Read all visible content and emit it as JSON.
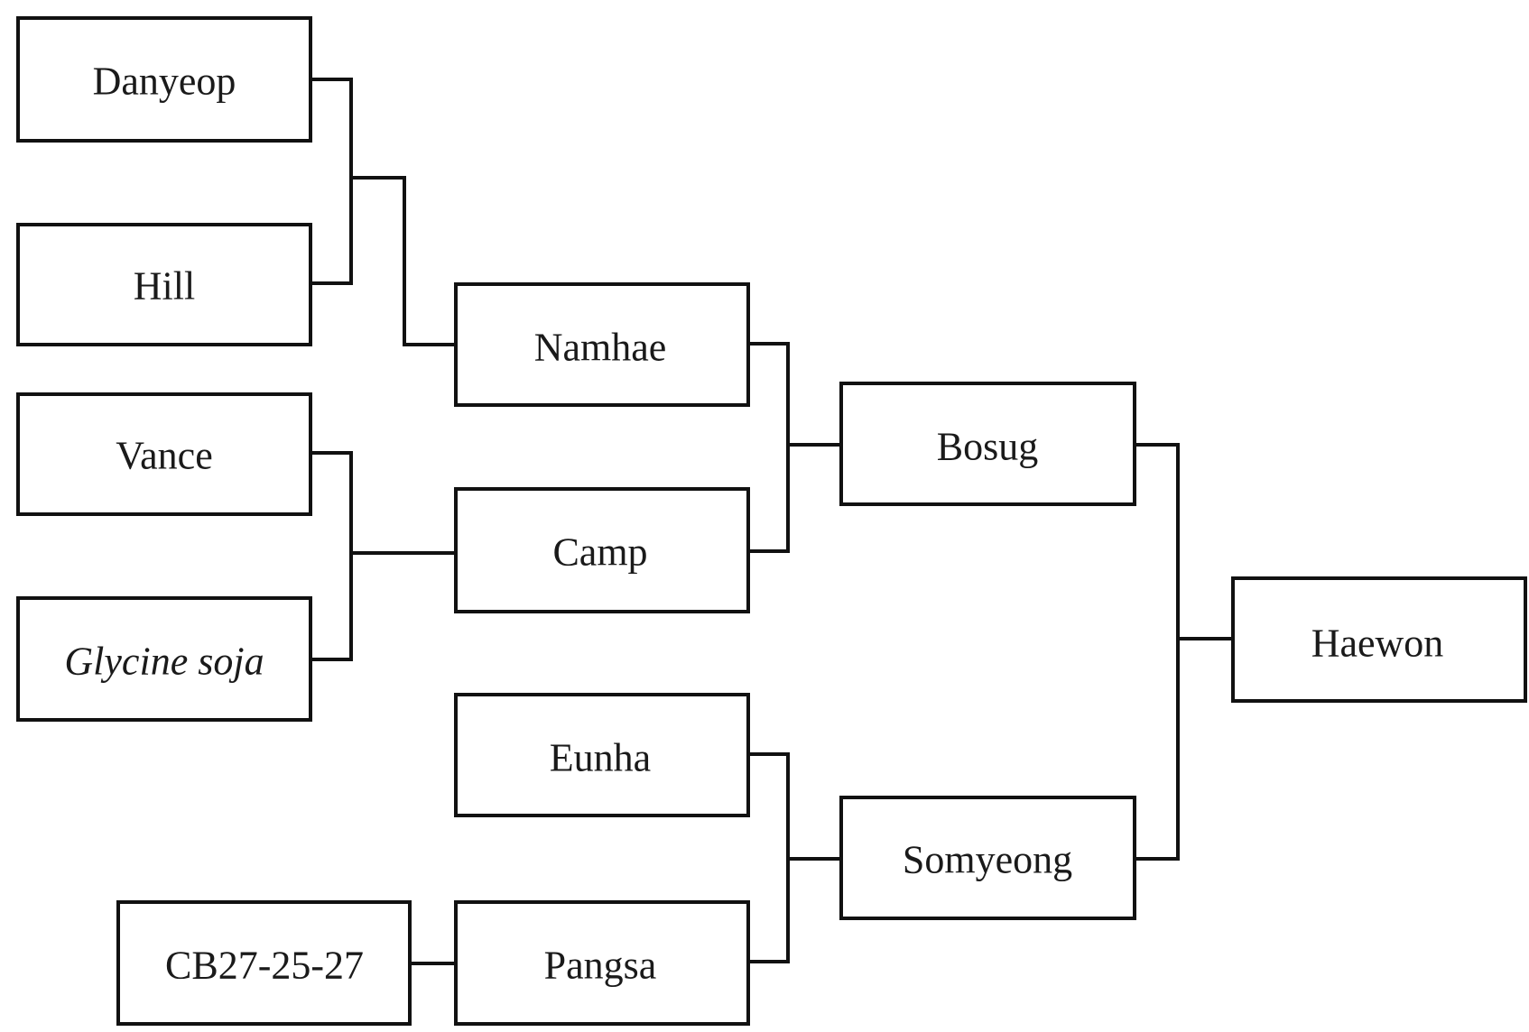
{
  "diagram": {
    "type": "pedigree",
    "nodes": [
      {
        "id": "danyeop",
        "label": "Danyeop"
      },
      {
        "id": "hill",
        "label": "Hill"
      },
      {
        "id": "vance",
        "label": "Vance"
      },
      {
        "id": "glycine_soja",
        "label": "Glycine soja",
        "italic": true
      },
      {
        "id": "namhae",
        "label": "Namhae"
      },
      {
        "id": "camp",
        "label": "Camp"
      },
      {
        "id": "eunha",
        "label": "Eunha"
      },
      {
        "id": "cb27",
        "label": "CB27-25-27"
      },
      {
        "id": "pangsa",
        "label": "Pangsa"
      },
      {
        "id": "bosug",
        "label": "Bosug"
      },
      {
        "id": "somyeong",
        "label": "Somyeong"
      },
      {
        "id": "haewon",
        "label": "Haewon"
      }
    ],
    "crosses": [
      {
        "parents": [
          "danyeop",
          "hill"
        ],
        "offspring": "namhae"
      },
      {
        "parents": [
          "vance",
          "glycine_soja"
        ],
        "offspring": "camp"
      },
      {
        "parents": [
          "cb27"
        ],
        "offspring": "pangsa"
      },
      {
        "parents": [
          "namhae",
          "camp"
        ],
        "offspring": "bosug"
      },
      {
        "parents": [
          "eunha",
          "pangsa"
        ],
        "offspring": "somyeong"
      },
      {
        "parents": [
          "bosug",
          "somyeong"
        ],
        "offspring": "haewon"
      }
    ]
  }
}
